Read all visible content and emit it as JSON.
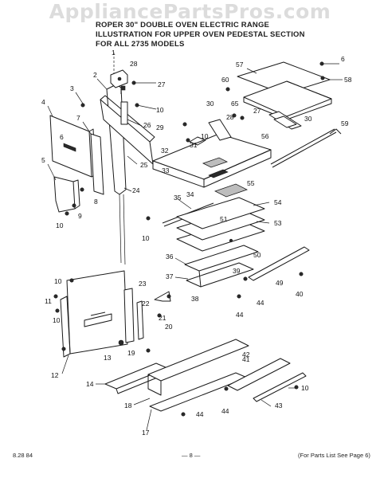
{
  "watermark": "AppliancePartsPros.com",
  "header": {
    "line1": "ROPER 30\" DOUBLE OVEN ELECTRIC RANGE",
    "line2": "ILLUSTRATION FOR UPPER OVEN PEDESTAL SECTION",
    "line3": "FOR ALL 2735 MODELS"
  },
  "footer": {
    "date": "8.28 84",
    "page": "— 8 —",
    "note": "(For Parts List See Page 6)"
  },
  "callouts": [
    {
      "id": "c1",
      "text": "1"
    },
    {
      "id": "c2",
      "text": "2"
    },
    {
      "id": "c3",
      "text": "3"
    },
    {
      "id": "c4",
      "text": "4"
    },
    {
      "id": "c5",
      "text": "5"
    },
    {
      "id": "c6a",
      "text": "6"
    },
    {
      "id": "c6b",
      "text": "6"
    },
    {
      "id": "c7",
      "text": "7"
    },
    {
      "id": "c8",
      "text": "8"
    },
    {
      "id": "c9",
      "text": "9"
    },
    {
      "id": "c10a",
      "text": "10"
    },
    {
      "id": "c10b",
      "text": "10"
    },
    {
      "id": "c10c",
      "text": "10"
    },
    {
      "id": "c10d",
      "text": "10"
    },
    {
      "id": "c10e",
      "text": "10"
    },
    {
      "id": "c10f",
      "text": "10"
    },
    {
      "id": "c10g",
      "text": "10"
    },
    {
      "id": "c11",
      "text": "11"
    },
    {
      "id": "c12",
      "text": "12"
    },
    {
      "id": "c13",
      "text": "13"
    },
    {
      "id": "c14",
      "text": "14"
    },
    {
      "id": "c17",
      "text": "17"
    },
    {
      "id": "c18",
      "text": "18"
    },
    {
      "id": "c19",
      "text": "19"
    },
    {
      "id": "c20",
      "text": "20"
    },
    {
      "id": "c21",
      "text": "21"
    },
    {
      "id": "c22",
      "text": "22"
    },
    {
      "id": "c23",
      "text": "23"
    },
    {
      "id": "c24",
      "text": "24"
    },
    {
      "id": "c25",
      "text": "25"
    },
    {
      "id": "c26",
      "text": "26"
    },
    {
      "id": "c27a",
      "text": "27"
    },
    {
      "id": "c27b",
      "text": "27"
    },
    {
      "id": "c28a",
      "text": "28"
    },
    {
      "id": "c28b",
      "text": "28"
    },
    {
      "id": "c29",
      "text": "29"
    },
    {
      "id": "c30a",
      "text": "30"
    },
    {
      "id": "c30b",
      "text": "30"
    },
    {
      "id": "c31",
      "text": "31"
    },
    {
      "id": "c32",
      "text": "32"
    },
    {
      "id": "c33",
      "text": "33"
    },
    {
      "id": "c34",
      "text": "34"
    },
    {
      "id": "c35",
      "text": "35"
    },
    {
      "id": "c36",
      "text": "36"
    },
    {
      "id": "c37",
      "text": "37"
    },
    {
      "id": "c38",
      "text": "38"
    },
    {
      "id": "c39",
      "text": "39"
    },
    {
      "id": "c40",
      "text": "40"
    },
    {
      "id": "c41",
      "text": "41"
    },
    {
      "id": "c42",
      "text": "42"
    },
    {
      "id": "c43",
      "text": "43"
    },
    {
      "id": "c44a",
      "text": "44"
    },
    {
      "id": "c44b",
      "text": "44"
    },
    {
      "id": "c44c",
      "text": "44"
    },
    {
      "id": "c44d",
      "text": "44"
    },
    {
      "id": "c49",
      "text": "49"
    },
    {
      "id": "c50",
      "text": "50"
    },
    {
      "id": "c51",
      "text": "51"
    },
    {
      "id": "c53",
      "text": "53"
    },
    {
      "id": "c54",
      "text": "54"
    },
    {
      "id": "c55",
      "text": "55"
    },
    {
      "id": "c56",
      "text": "56"
    },
    {
      "id": "c57",
      "text": "57"
    },
    {
      "id": "c58",
      "text": "58"
    },
    {
      "id": "c59",
      "text": "59"
    },
    {
      "id": "c60",
      "text": "60"
    },
    {
      "id": "c65",
      "text": "65"
    }
  ]
}
